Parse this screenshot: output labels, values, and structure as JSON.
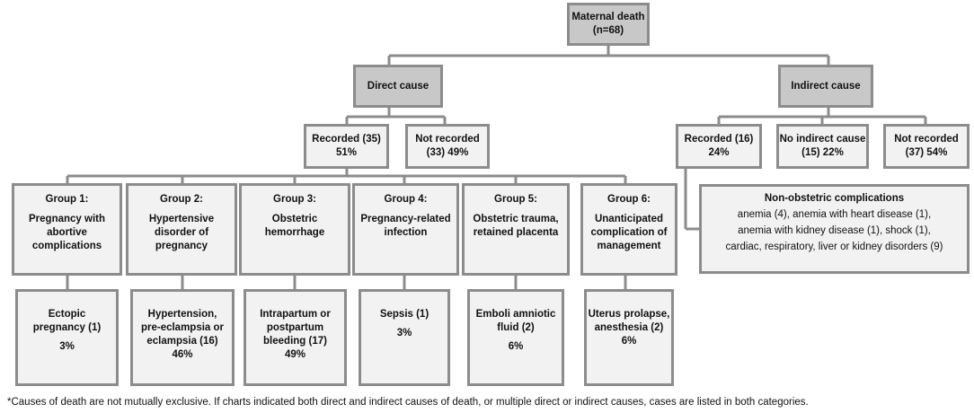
{
  "root": {
    "label": "Maternal death",
    "count": "(n=68)"
  },
  "direct": {
    "label": "Direct cause",
    "recorded": {
      "label": "Recorded (35)",
      "pct": "51%"
    },
    "not_recorded": {
      "label": "Not recorded",
      "pct": "(33) 49%"
    },
    "groups": [
      {
        "title": "Group 1:",
        "desc": [
          "Pregnancy with",
          "abortive",
          "complications"
        ],
        "leaf": [
          "Ectopic",
          "pregnancy (1)"
        ],
        "pct": "3%"
      },
      {
        "title": "Group 2:",
        "desc": [
          "Hypertensive",
          "disorder of",
          "pregnancy"
        ],
        "leaf": [
          "Hypertension,",
          "pre-eclampsia or",
          "eclampsia  (16)"
        ],
        "pct": "46%"
      },
      {
        "title": "Group 3:",
        "desc": [
          "Obstetric",
          "hemorrhage"
        ],
        "leaf": [
          "Intrapartum or",
          "postpartum",
          "bleeding  (17)"
        ],
        "pct": "49%"
      },
      {
        "title": "Group 4:",
        "desc": [
          "Pregnancy-related",
          "infection"
        ],
        "leaf": [
          "Sepsis (1)"
        ],
        "pct": "3%"
      },
      {
        "title": "Group 5:",
        "desc": [
          "Obstetric trauma,",
          "retained placenta"
        ],
        "leaf": [
          "Emboli amniotic",
          "fluid (2)"
        ],
        "pct": "6%"
      },
      {
        "title": "Group 6:",
        "desc": [
          "Unanticipated",
          "complication of",
          "management"
        ],
        "leaf": [
          "Uterus prolapse,",
          "anesthesia (2)"
        ],
        "pct": "6%"
      }
    ]
  },
  "indirect": {
    "label": "Indirect cause",
    "recorded": {
      "label": "Recorded (16)",
      "pct": "24%"
    },
    "no_indirect": {
      "label": "No indirect cause",
      "pct": "(15) 22%"
    },
    "not_recorded": {
      "label": "Not recorded",
      "pct": "(37) 54%"
    },
    "non_obstetric": {
      "heading": "Non-obstetric complications",
      "items": [
        "anemia (4), anemia with heart disease (1),",
        "anemia with kidney disease (1),  shock (1),",
        "cardiac, respiratory, liver or kidney disorders (9)"
      ]
    }
  },
  "footnote": "*Causes of death are not mutually exclusive. If charts indicated both direct and indirect causes of death, or multiple direct or indirect causes, cases are listed in both categories."
}
